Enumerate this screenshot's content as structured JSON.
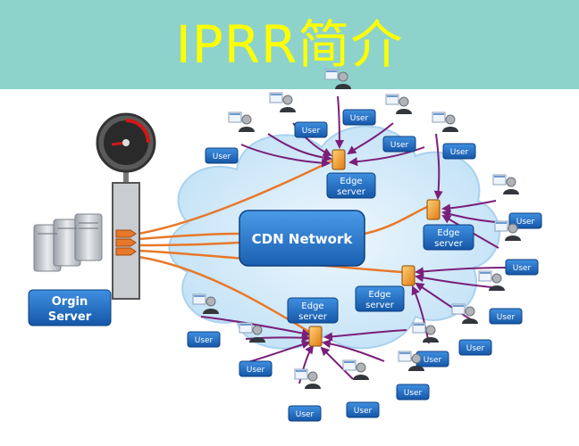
{
  "title": "IPRR简介",
  "labels": {
    "cdn_network": "CDN Network",
    "origin_server_line1": "Orgin",
    "origin_server_line2": "Server",
    "edge_line1": "Edge",
    "edge_line2": "server",
    "user": "User"
  },
  "edge_servers": [
    "edge-server-top",
    "edge-server-right",
    "edge-server-middle",
    "edge-server-bottom"
  ],
  "colors": {
    "title_band": "#8dd3cc",
    "title_text": "#ffff00",
    "label_box": "#1f6fc0",
    "cloud": "#d8ecfa",
    "origin_links": "#e8782a",
    "user_links": "#7a1f7a"
  }
}
